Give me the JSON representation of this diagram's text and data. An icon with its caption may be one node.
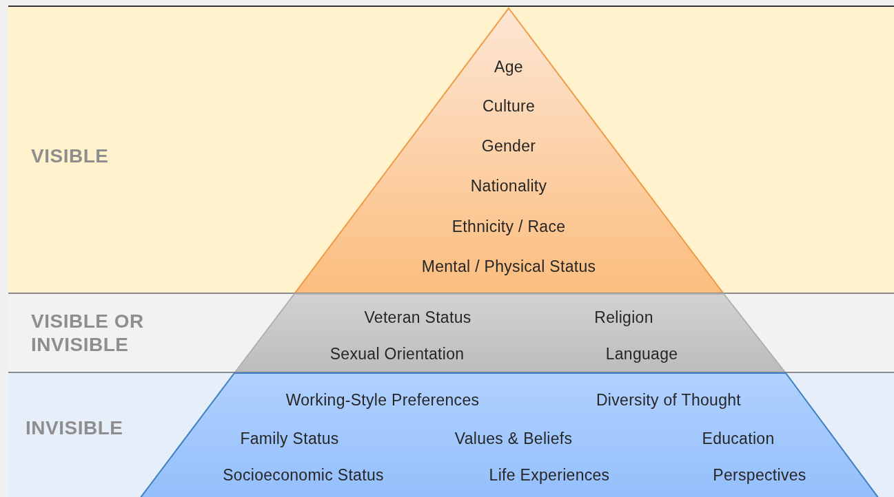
{
  "diagram": {
    "nodes": [
      {
        "text": [
          "VISIBLE"
        ]
      },
      {
        "text": [
          "Age",
          "Culture",
          "Gender",
          "Nationality",
          "Ethnicity / Race",
          "Mental / Physical Status"
        ],
        "in": 0
      },
      {
        "text": [
          "VISIBLE OR INVISIBLE"
        ]
      },
      {
        "text": [
          "Veteran Status",
          "Religion",
          "Sexual Orientation",
          "Language"
        ],
        "in": 2
      },
      {
        "text": [
          "INVISIBLE"
        ]
      },
      {
        "text": [
          "Working-Style Preferences",
          "Diversity of Thought",
          "Family Status",
          "Values & Beliefs",
          "Education",
          "Socioeconomic Status",
          "Life Experiences",
          "Perspectives"
        ],
        "in": 4
      }
    ]
  }
}
